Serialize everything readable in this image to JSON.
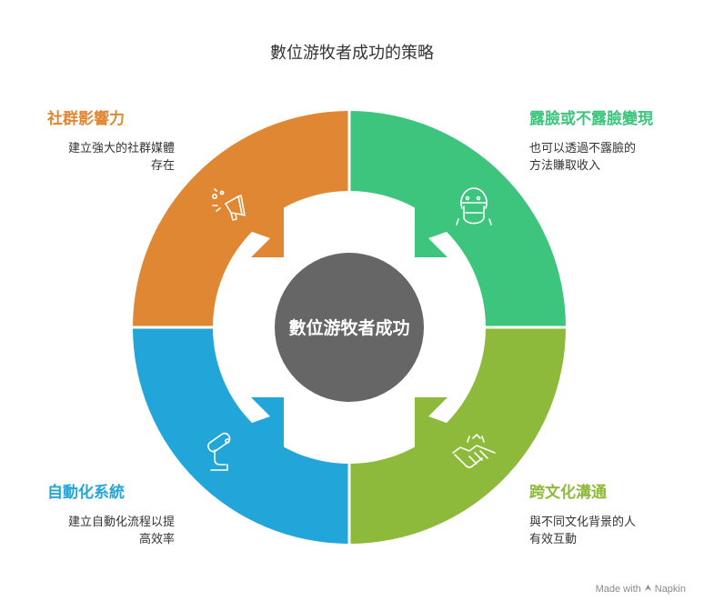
{
  "title": "數位游牧者成功的策略",
  "center": {
    "label": "數位游牧者成功",
    "color": "#666666"
  },
  "segments": [
    {
      "key": "top-left",
      "heading": "社群影響力",
      "desc": [
        "建立強大的社群媒體",
        "存在"
      ],
      "color": "#E08733",
      "icon": "megaphone-icon"
    },
    {
      "key": "top-right",
      "heading": "露臉或不露臉變現",
      "desc": [
        "也可以透過不露臉的",
        "方法賺取收入"
      ],
      "color": "#3DC57D",
      "icon": "masked-face-icon"
    },
    {
      "key": "bottom-left",
      "heading": "自動化系統",
      "desc": [
        "建立自動化流程以提",
        "高效率"
      ],
      "color": "#22A6D9",
      "icon": "robotic-arm-icon"
    },
    {
      "key": "bottom-right",
      "heading": "跨文化溝通",
      "desc": [
        "與不同文化背景的人",
        "有效互動"
      ],
      "color": "#8DBA3A",
      "icon": "handshake-icon"
    }
  ],
  "watermark": {
    "prefix": "Made with",
    "brand": "Napkin"
  }
}
